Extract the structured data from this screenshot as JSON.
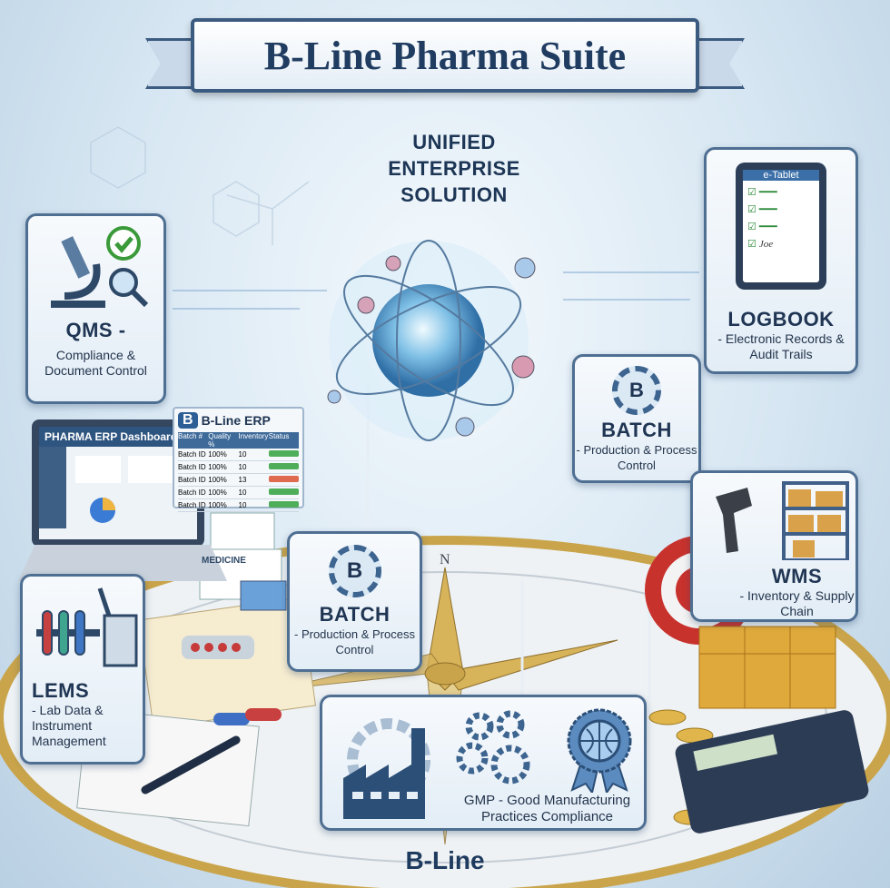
{
  "title": "B-Line Pharma Suite",
  "subtitle": "UNIFIED ENTERPRISE SOLUTION",
  "footer_brand": "B-Line",
  "colors": {
    "primary": "#1f3553",
    "border": "#4f6f92",
    "gold": "#c9a44a"
  },
  "modules": {
    "qms": {
      "title": "QMS -",
      "desc": "Compliance & Document Control"
    },
    "logbook": {
      "title": "LOGBOOK",
      "desc": "- Electronic Records & Audit Trails",
      "tablet_label": "e-Tablet",
      "signature": "Joe"
    },
    "batch_right": {
      "title": "BATCH",
      "desc": "- Production & Process Control",
      "badge": "B"
    },
    "batch_center": {
      "title": "BATCH",
      "desc": "- Production & Process Control",
      "badge": "B"
    },
    "wms": {
      "title": "WMS",
      "desc": "- Inventory & Supply Chain"
    },
    "lems": {
      "title": "LEMS",
      "desc": "- Lab Data & Instrument Management"
    },
    "gmp": {
      "desc": "GMP - Good Manufacturing Practices Compliance"
    }
  },
  "laptop": {
    "screen_title": "PHARMA ERP Dashboard",
    "erp_title": "B-Line ERP",
    "erp_logo": "B",
    "table_headers": [
      "Batch #",
      "Quality %",
      "Inventory",
      "Status"
    ],
    "rows": [
      [
        "Batch ID",
        "100%",
        "10"
      ],
      [
        "Batch ID",
        "100%",
        "10"
      ],
      [
        "Batch ID",
        "100%",
        "13"
      ],
      [
        "Batch ID",
        "100%",
        "10"
      ],
      [
        "Batch ID",
        "100%",
        "10"
      ]
    ]
  },
  "medicine_label": "MEDICINE",
  "compass_north": "N"
}
